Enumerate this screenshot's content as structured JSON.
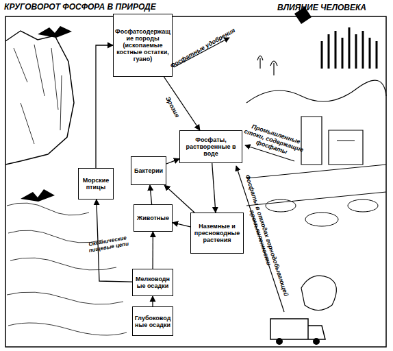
{
  "diagram": {
    "title": "КРУГОВОРОТ ФОСФОРА В ПРИРОДЕ",
    "nodes": [
      {
        "text": [
          "Фосфатсодержащие породы (ископаемые костные остатки, гуано)"
        ]
      },
      {
        "text": [
          "Фосфаты, растворенные в воде"
        ]
      },
      {
        "text": [
          "Морские птицы"
        ]
      },
      {
        "text": [
          "Бактерии"
        ]
      },
      {
        "text": [
          "Животные"
        ]
      },
      {
        "text": [
          "Наземные и пресноводные растения"
        ]
      },
      {
        "text": [
          "Мелководные осадки"
        ]
      },
      {
        "text": [
          "Глубоководные осадки"
        ]
      }
    ],
    "edges": [
      {
        "from": 0,
        "to": 1,
        "label": "Эрозия",
        "arrow": "to"
      },
      {
        "from": 1,
        "to": 5,
        "arrow": "to"
      },
      {
        "from": 5,
        "to": 4,
        "arrow": "to"
      },
      {
        "from": 5,
        "to": 3,
        "arrow": "to"
      },
      {
        "from": 4,
        "to": 3,
        "arrow": "to"
      },
      {
        "from": 3,
        "to": 1,
        "arrow": "to"
      },
      {
        "from": 6,
        "to": 2,
        "label": "Океанические пищевые цепи",
        "arrow": "to"
      },
      {
        "from": 2,
        "to": 0,
        "arrow": "to"
      },
      {
        "from": 7,
        "to": 6,
        "arrow": "to"
      },
      {
        "from": 6,
        "to": 4,
        "arrow": "to"
      }
    ],
    "labels": [
      "ВЛИЯНИЕ ЧЕЛОВЕКА",
      "Фосфатные удобрения",
      "Промышленные стоки, содержащие фосфаты",
      "Фосфаты в отходах горнодобывающей промышленности"
    ]
  }
}
